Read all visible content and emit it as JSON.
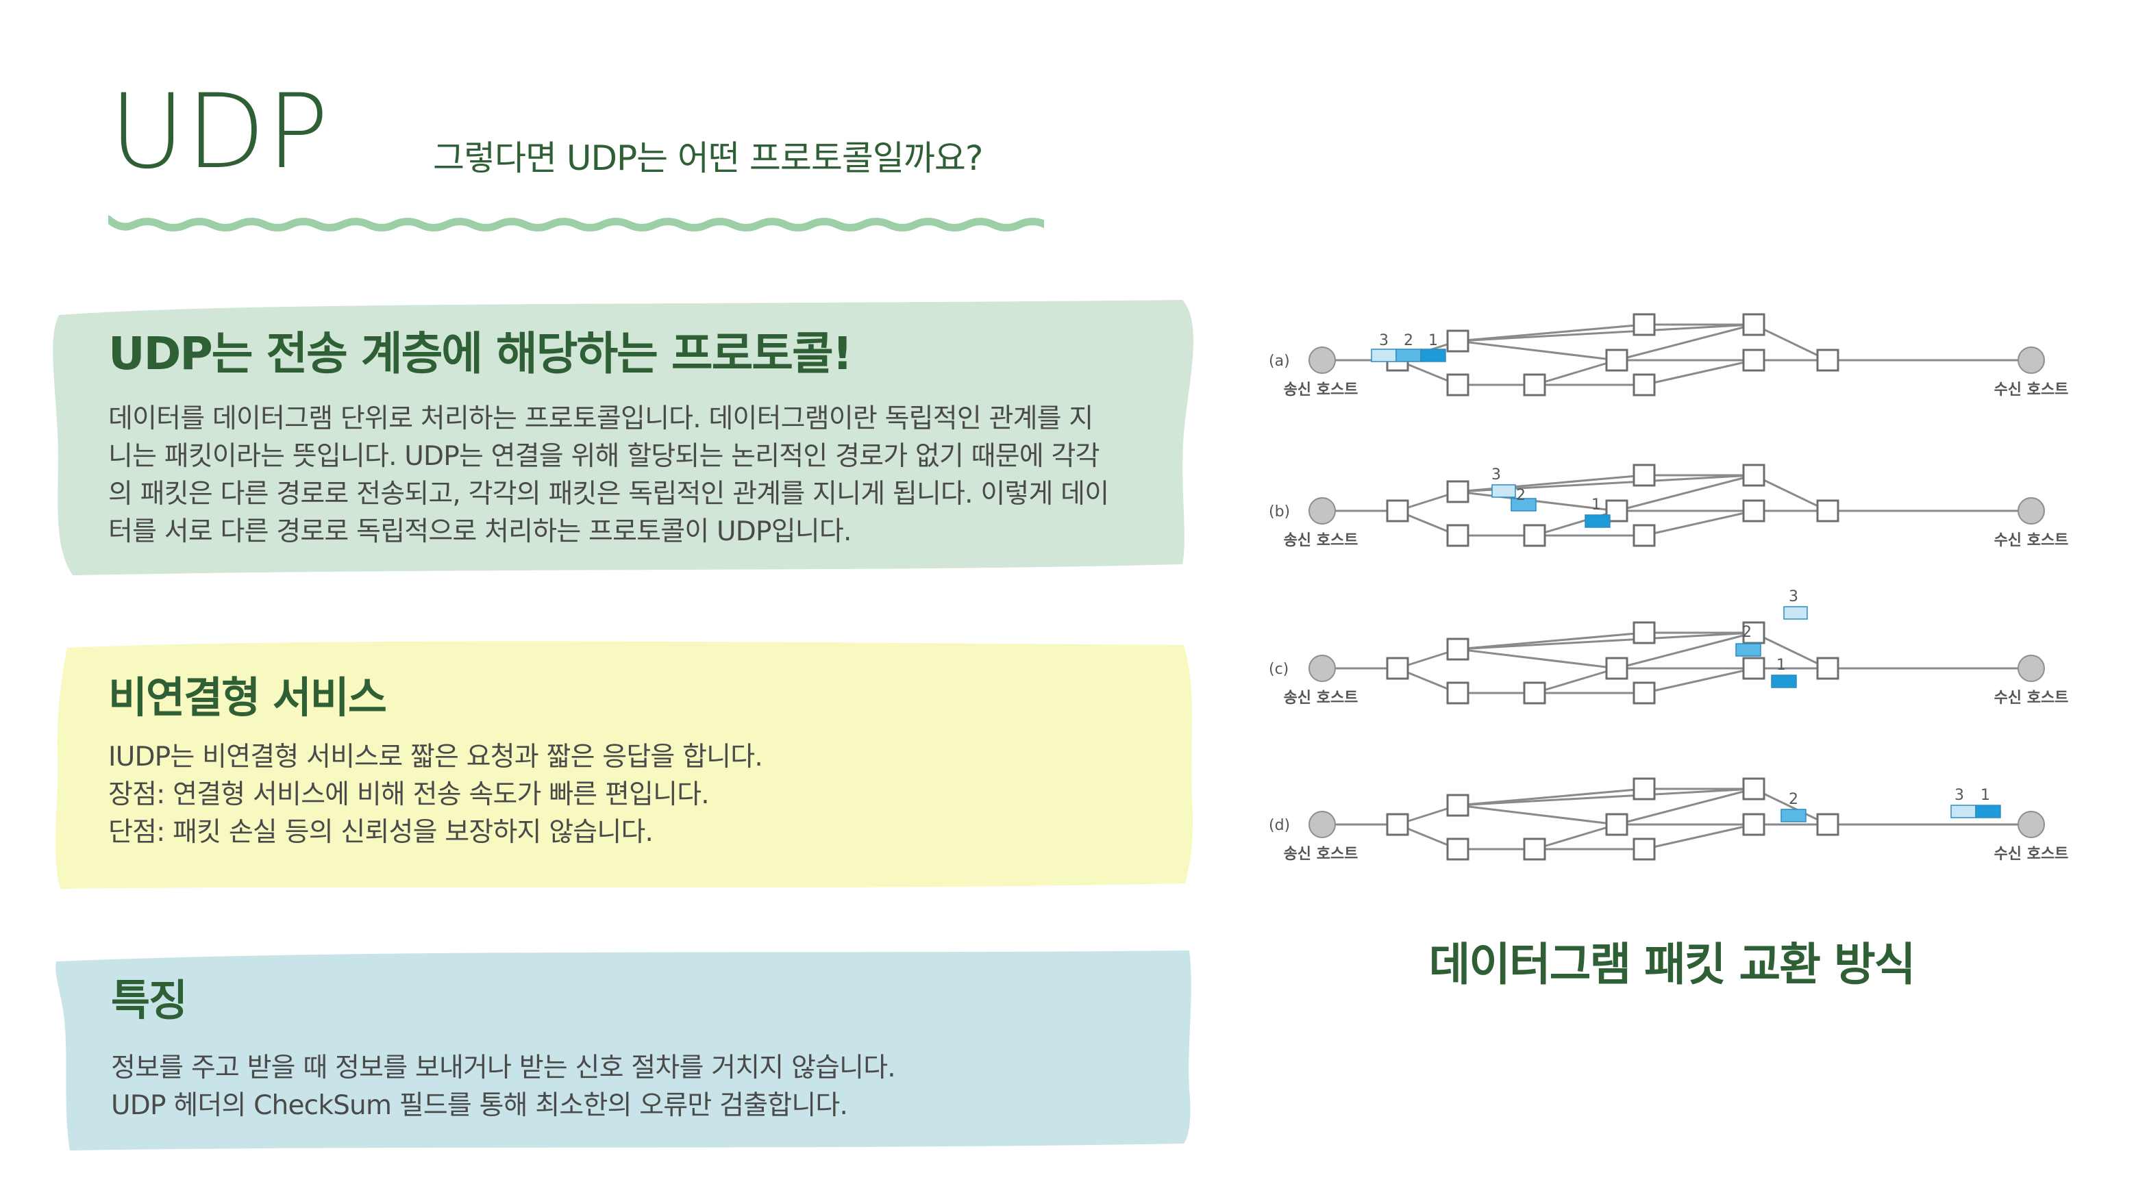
{
  "header": {
    "title": "UDP",
    "subtitle": "그렇다면 UDP는 어떤 프로토콜일까요?"
  },
  "sections": [
    {
      "heading": "UDP는 전송 계층에 해당하는 프로토콜!",
      "lines": [
        "데이터를 데이터그램 단위로 처리하는 프로토콜입니다. 데이터그램이란 독립적인 관계를 지",
        "니는 패킷이라는 뜻입니다. UDP는 연결을 위해 할당되는 논리적인 경로가 없기 때문에 각각",
        "의 패킷은 다른 경로로 전송되고, 각각의 패킷은 독립적인 관계를 지니게 됩니다. 이렇게 데이",
        "터를 서로 다른 경로로 독립적으로 처리하는 프로토콜이 UDP입니다."
      ],
      "color": "#d1e6d6"
    },
    {
      "heading": "비연결형 서비스",
      "lines": [
        "IUDP는 비연결형 서비스로 짧은 요청과 짧은 응답을 합니다.",
        "장점: 연결형 서비스에 비해 전송 속도가 빠른 편입니다.",
        "단점: 패킷 손실 등의 신뢰성을 보장하지 않습니다."
      ],
      "color": "#f8f9c0"
    },
    {
      "heading": "특징",
      "lines": [
        "정보를 주고 받을 때 정보를 보내거나 받는 신호 절차를 거치지 않습니다.",
        "UDP 헤더의 CheckSum 필드를 통해 최소한의 오류만 검출합니다."
      ],
      "color": "#c9e4e8"
    }
  ],
  "diagram": {
    "caption": "데이터그램 패킷 교환 방식",
    "sender_label": "송신 호스트",
    "receiver_label": "수신 호스트",
    "panels": [
      {
        "label": "(a)",
        "packets": [
          "3",
          "2",
          "1"
        ]
      },
      {
        "label": "(b)",
        "packets": [
          "3",
          "2",
          "1"
        ]
      },
      {
        "label": "(c)",
        "packets": [
          "3",
          "2",
          "1"
        ]
      },
      {
        "label": "(d)",
        "packets": [
          "3",
          "1",
          "2"
        ]
      }
    ]
  },
  "colors": {
    "accent": "#2f5f35",
    "wave": "#9ccfa6",
    "packet_light": "#c8e6f4",
    "packet_mid": "#5ab8e6",
    "packet_dark": "#1f9ad8"
  }
}
